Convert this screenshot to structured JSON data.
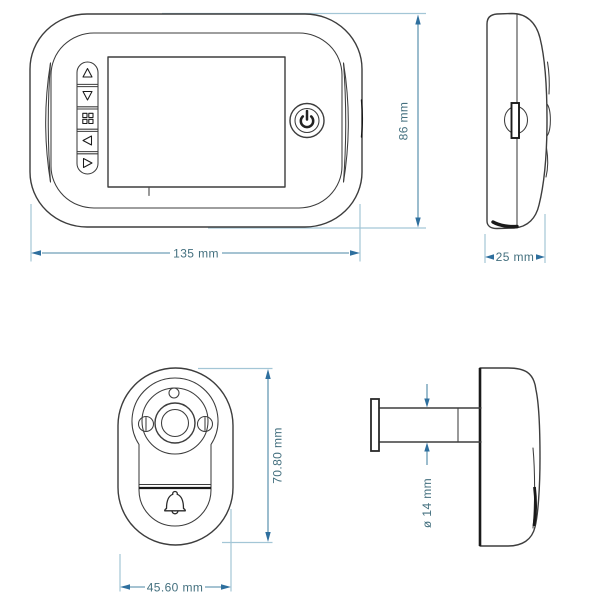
{
  "diagram": {
    "kind": "technical-dimension-drawing",
    "views": [
      "monitor-front-view",
      "monitor-side-view",
      "camera-front-view",
      "camera-side-view"
    ]
  },
  "dimension_labels": {
    "monitor_width": "135 mm",
    "monitor_height": "86 mm",
    "monitor_depth": "25 mm",
    "camera_height": "70.80 mm",
    "camera_width": "45.60 mm",
    "barrel_diameter": "ø 14 mm"
  },
  "icons": {
    "monitor_buttons": [
      "triangle-up-icon",
      "triangle-down-icon",
      "menu-grid-icon",
      "triangle-left-icon",
      "triangle-right-icon"
    ],
    "power": "power-icon",
    "doorbell": "bell-icon",
    "screws": "screw-slot-icon"
  },
  "colors": {
    "background": "#ffffff",
    "outline": "#3d3d3d",
    "outline_dark": "#1a1a1a",
    "dimension_line": "#4b87a6",
    "extension_line": "#a3c6d6",
    "arrow": "#2e6f9e",
    "dimension_text": "#44707f"
  }
}
